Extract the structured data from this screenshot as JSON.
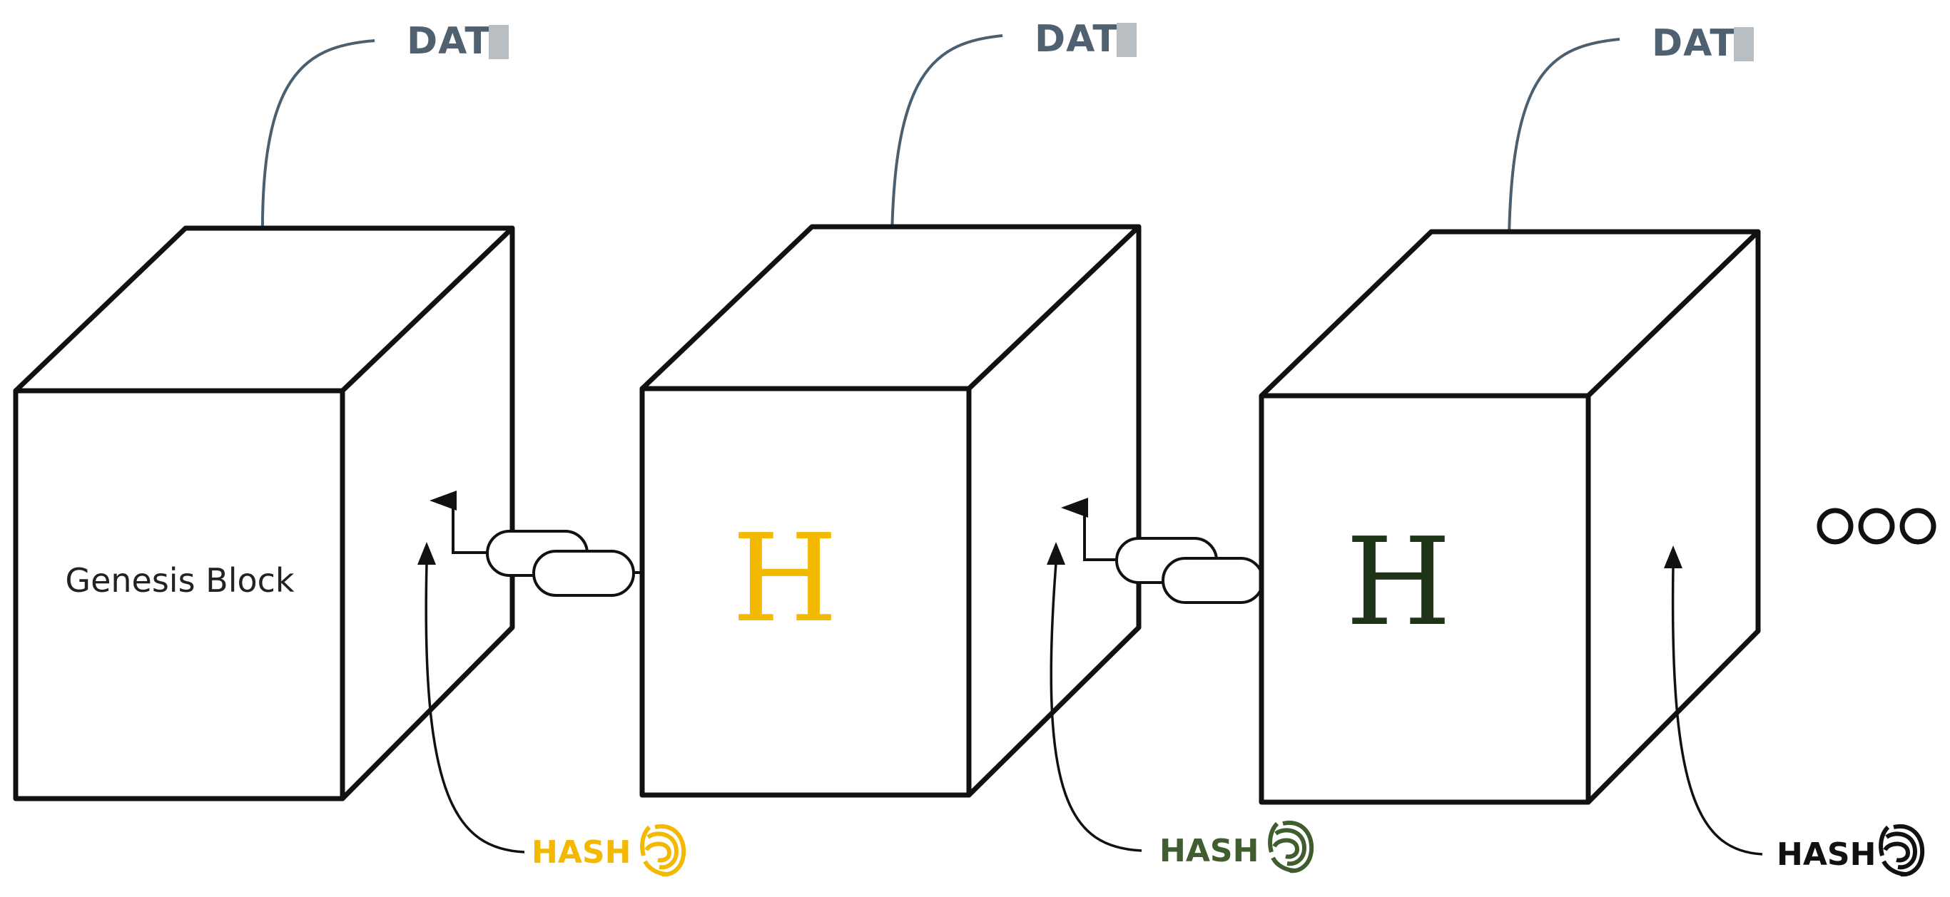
{
  "diagram": {
    "blocks": [
      {
        "data_label": "DAT",
        "block_label": "Genesis Block",
        "h_letter": "",
        "h_color": "",
        "hash_label": "HASH",
        "hash_color": "#f2b900"
      },
      {
        "data_label": "DAT",
        "block_label": "",
        "h_letter": "H",
        "h_color": "#f2b900",
        "hash_label": "HASH",
        "hash_color": "#3f5d2e"
      },
      {
        "data_label": "DAT",
        "block_label": "",
        "h_letter": "H",
        "h_color": "#1f3316",
        "hash_label": "HASH",
        "hash_color": "#111111"
      }
    ],
    "continuation": "ooo"
  },
  "icons": {
    "fingerprint": "fingerprint-icon",
    "chain_link": "chain-link-icon"
  }
}
